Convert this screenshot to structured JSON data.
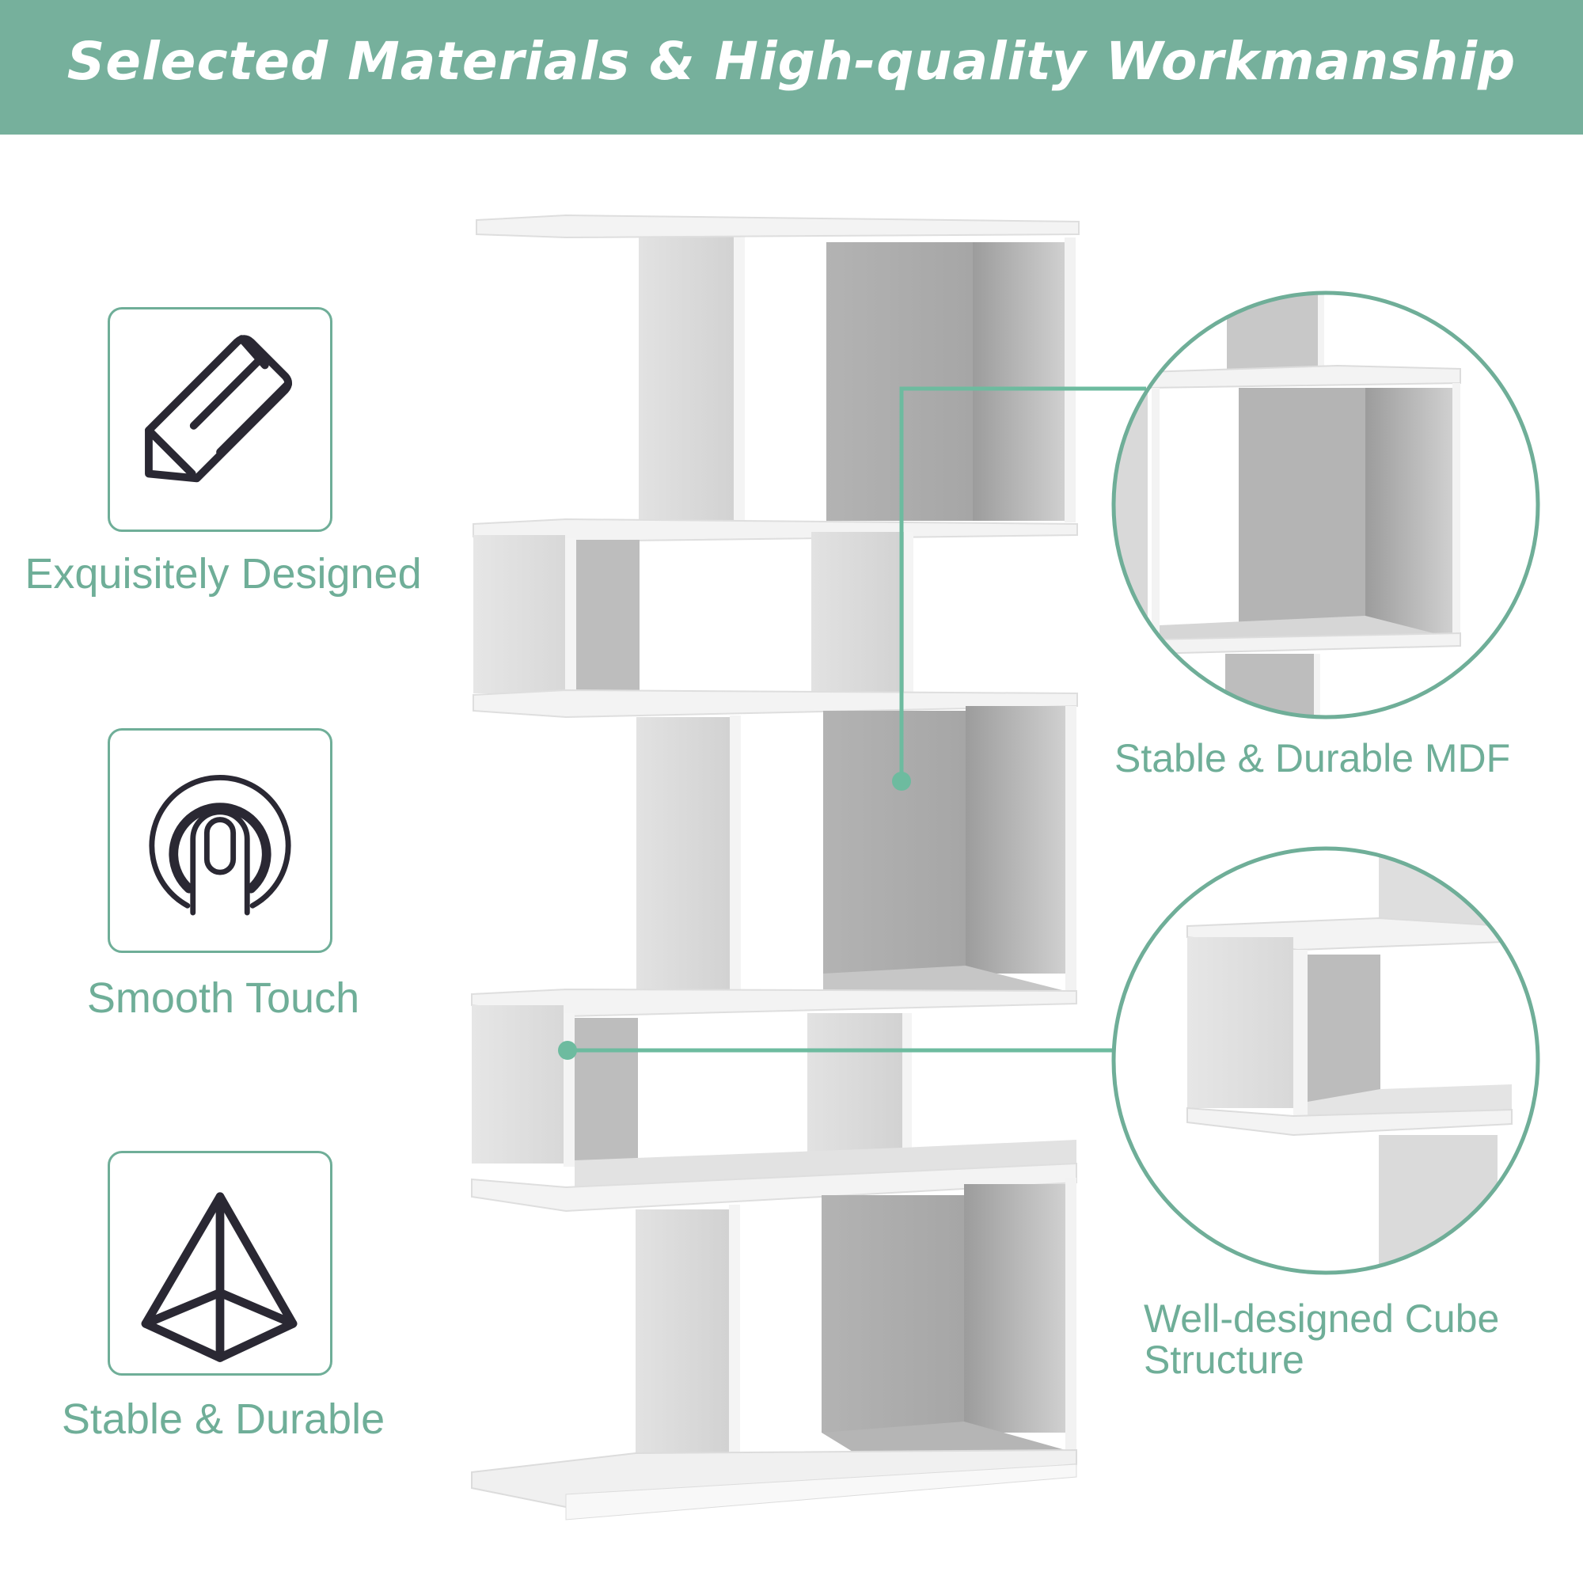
{
  "banner": {
    "title": "Selected Materials & High-quality Workmanship",
    "background_color": "#76b09c",
    "text_color": "#ffffff"
  },
  "features": [
    {
      "label": "Exquisitely Designed",
      "icon": "pencil-icon"
    },
    {
      "label": "Smooth Touch",
      "icon": "touch-finger-icon"
    },
    {
      "label": "Stable & Durable",
      "icon": "pyramid-icon"
    }
  ],
  "callouts": [
    {
      "label": "Stable & Durable MDF",
      "detail": "close-up of cube compartment with shelf edges"
    },
    {
      "label_line1": "Well-designed Cube",
      "label_line2": "Structure",
      "detail": "close-up of cube section"
    }
  ],
  "product": {
    "name": "5-tier S-shaped white bookshelf",
    "color": "#ffffff"
  },
  "colors": {
    "accent": "#6fae98",
    "icon_stroke": "#2a2833"
  }
}
